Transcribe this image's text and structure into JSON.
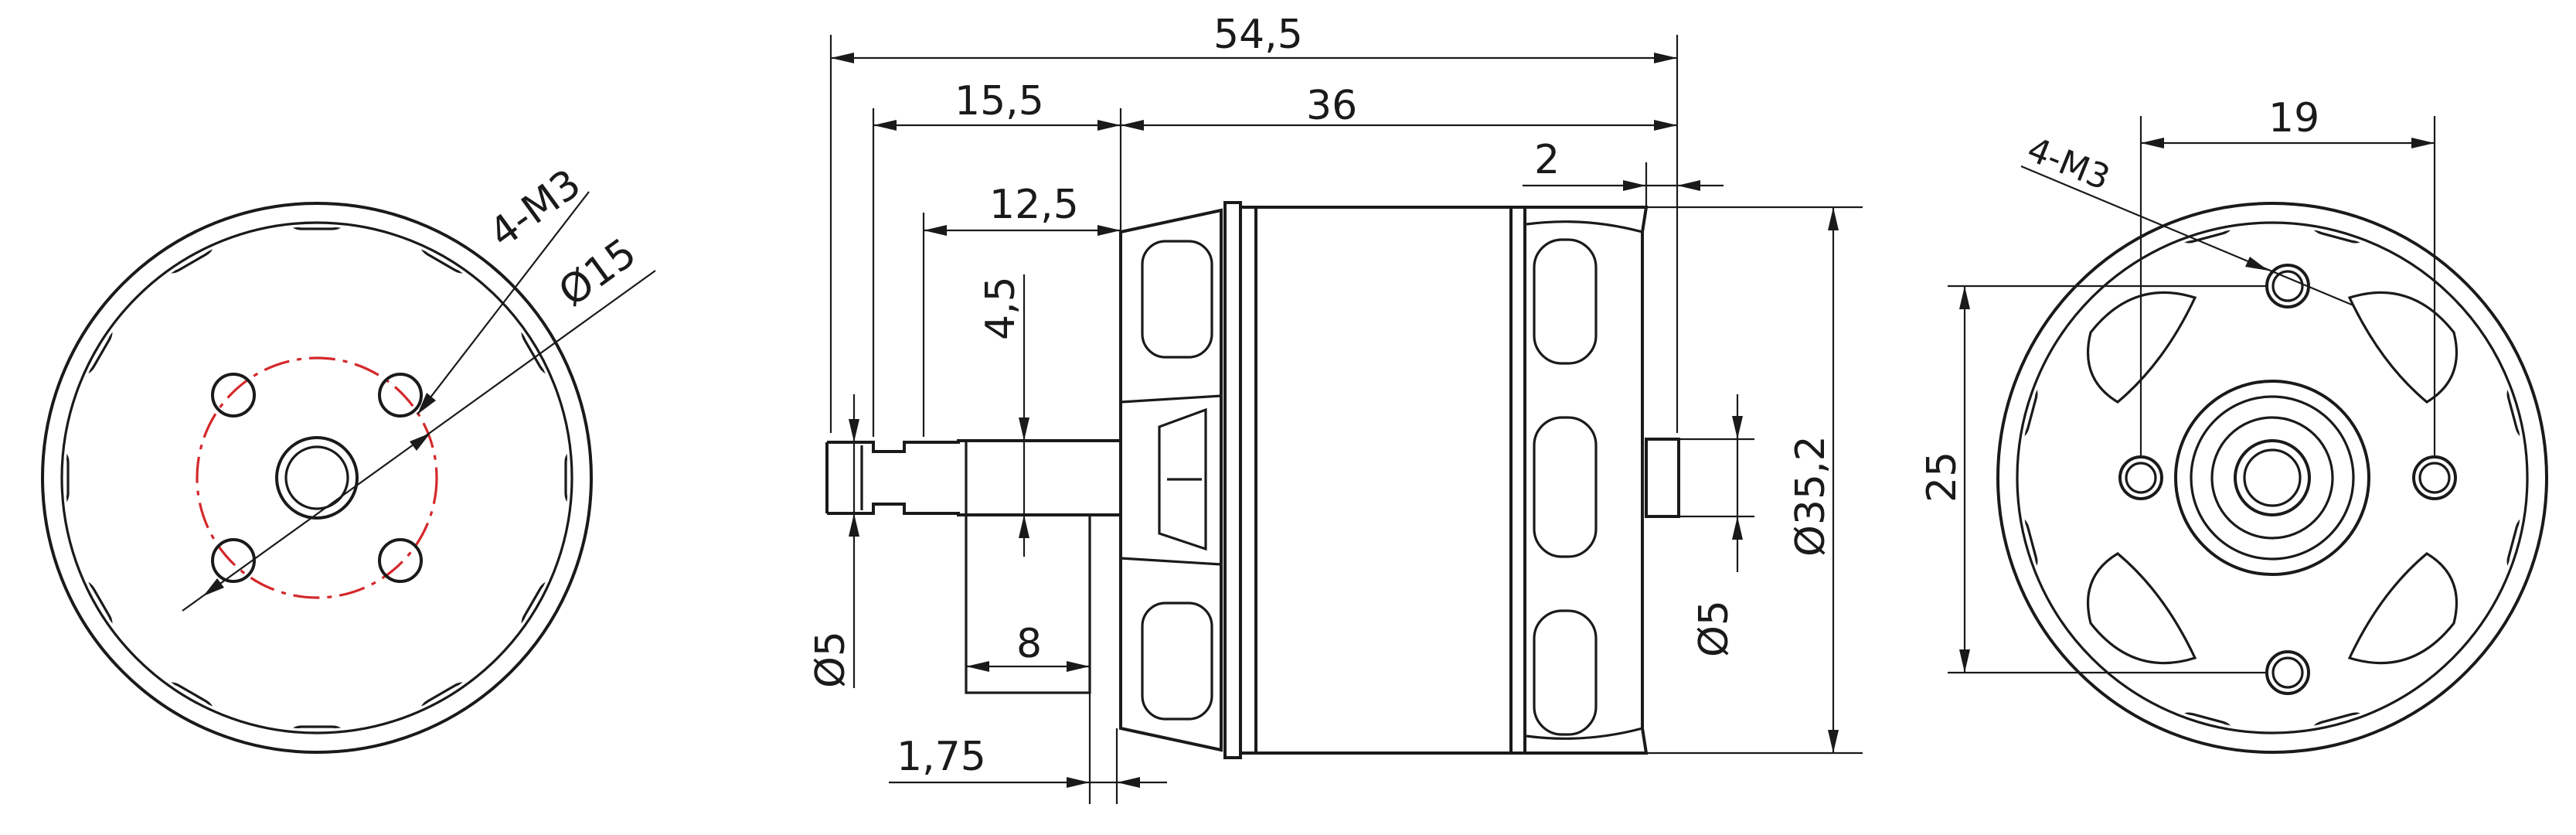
{
  "front_view": {
    "hole_callout": "4-M3",
    "diameter_label": "Ø15"
  },
  "side_view": {
    "overall_length": "54,5",
    "shaft_section": "15,5",
    "body_length": "36",
    "shaft_to_flange": "12,5",
    "flat_depth": "4,5",
    "rear_shaft_length": "2",
    "body_diameter": "Ø35,2",
    "rear_shaft_diameter": "Ø5",
    "front_shaft_diameter": "Ø5",
    "flat_length": "8",
    "flange_thickness": "1,75"
  },
  "rear_view": {
    "hole_callout": "4-M3",
    "horizontal_spacing": "19",
    "vertical_spacing": "25"
  },
  "colors": {
    "line": "#1a1a1a",
    "centerline": "#d4282b"
  }
}
